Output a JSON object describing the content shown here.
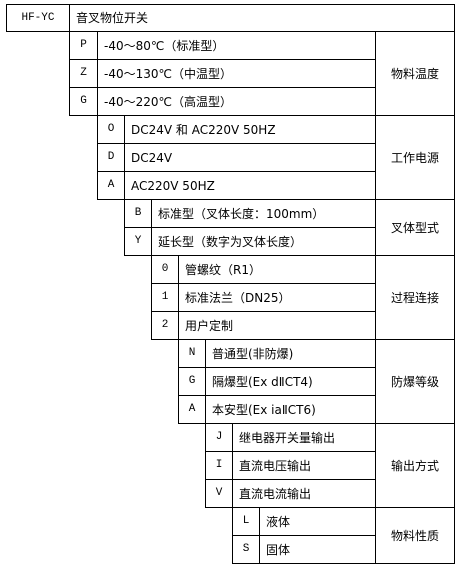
{
  "header": {
    "code": "HF-YC",
    "title": "音叉物位开关"
  },
  "groups": [
    {
      "name": "物料温度",
      "options": [
        {
          "code": "P",
          "text": "-40～80℃（标准型）"
        },
        {
          "code": "Z",
          "text": "-40～130℃（中温型）"
        },
        {
          "code": "G",
          "text": "-40～220℃（高温型）"
        }
      ]
    },
    {
      "name": "工作电源",
      "options": [
        {
          "code": "O",
          "text": "DC24V 和 AC220V 50HZ"
        },
        {
          "code": "D",
          "text": "DC24V"
        },
        {
          "code": "A",
          "text": "AC220V   50HZ"
        }
      ]
    },
    {
      "name": "叉体型式",
      "options": [
        {
          "code": "B",
          "text": "标准型（叉体长度：100mm）"
        },
        {
          "code": "Y",
          "text": "延长型（数字为叉体长度）"
        }
      ]
    },
    {
      "name": "过程连接",
      "options": [
        {
          "code": "0",
          "text": "管螺纹（R1）"
        },
        {
          "code": "1",
          "text": "标准法兰（DN25）"
        },
        {
          "code": "2",
          "text": "用户定制"
        }
      ]
    },
    {
      "name": "防爆等级",
      "options": [
        {
          "code": "N",
          "text": "普通型(非防爆)"
        },
        {
          "code": "G",
          "text": "隔爆型(Ex dⅡCT4)"
        },
        {
          "code": "A",
          "text": "本安型(Ex iaⅡCT6)"
        }
      ]
    },
    {
      "name": "输出方式",
      "options": [
        {
          "code": "J",
          "text": "继电器开关量输出"
        },
        {
          "code": "I",
          "text": "直流电压输出"
        },
        {
          "code": "V",
          "text": "直流电流输出"
        }
      ]
    },
    {
      "name": "物料性质",
      "options": [
        {
          "code": "L",
          "text": "液体"
        },
        {
          "code": "S",
          "text": "固体"
        }
      ]
    }
  ]
}
